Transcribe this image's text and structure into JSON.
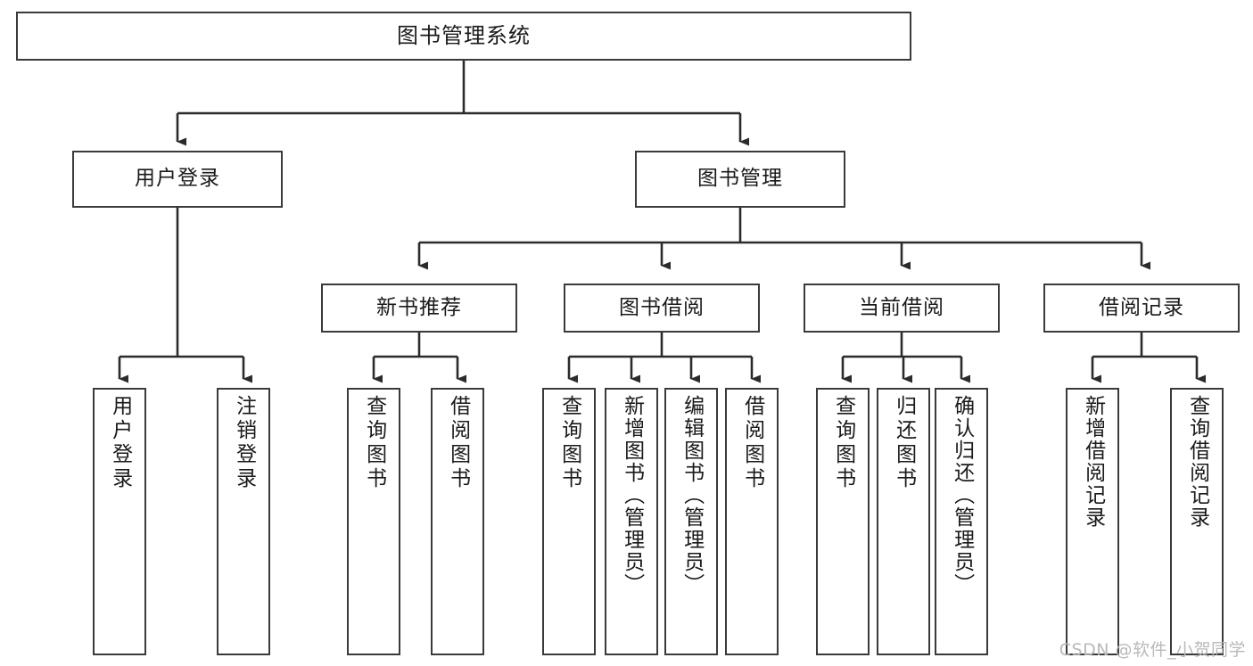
{
  "diagram": {
    "type": "tree",
    "title": "图书管理系统",
    "orientation": "top-down",
    "colors": {
      "box_border": "#3a3a3a",
      "box_fill": "#ffffff",
      "connector": "#2b2b2b",
      "text": "#1a1a1a",
      "watermark": "#b9b9b9"
    }
  },
  "root": {
    "label": "图书管理系统"
  },
  "level2": [
    {
      "label": "用户登录"
    },
    {
      "label": "图书管理"
    }
  ],
  "level3": [
    {
      "label": "新书推荐"
    },
    {
      "label": "图书借阅"
    },
    {
      "label": "当前借阅"
    },
    {
      "label": "借阅记录"
    }
  ],
  "leaves": {
    "user_login": [
      {
        "label": "用户登录"
      },
      {
        "label": "注销登录"
      }
    ],
    "new_book": [
      {
        "label": "查询图书"
      },
      {
        "label": "借阅图书"
      }
    ],
    "borrow_book": [
      {
        "label": "查询图书"
      },
      {
        "label": "新增图书（管理员）"
      },
      {
        "label": "编辑图书（管理员）"
      },
      {
        "label": "借阅图书"
      }
    ],
    "current_borrow": [
      {
        "label": "查询图书"
      },
      {
        "label": "归还图书"
      },
      {
        "label": "确认归还（管理员）"
      }
    ],
    "borrow_record": [
      {
        "label": "新增借阅记录"
      },
      {
        "label": "查询借阅记录"
      }
    ]
  },
  "watermark": {
    "text": "CSDN @软件_小贺同学"
  }
}
